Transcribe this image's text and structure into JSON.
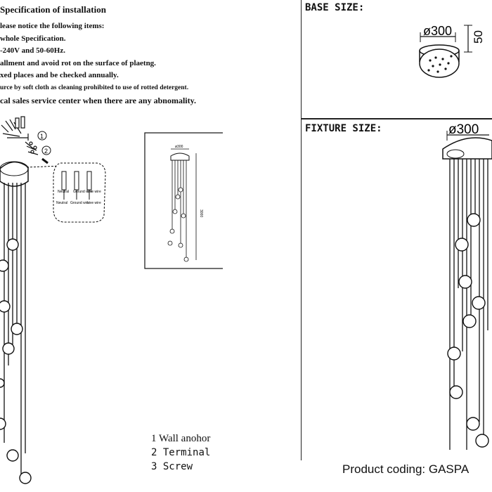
{
  "specification": {
    "title": "Specification of installation",
    "lines": [
      "lease notice the following items:",
      "whole Specification.",
      "-240V and 50-60Hz.",
      "allment and avoid rot on the surface of plaetng.",
      "xed places and be checked annually.",
      "urce by soft cloth as cleaning prohibited to use of rotted detergent.",
      "cal sales service center when there are any abnomality."
    ]
  },
  "base_size": {
    "title": "BASE SIZE:",
    "diameter": "ø300",
    "height": "50"
  },
  "fixture_size": {
    "title": "FIXTURE SIZE:",
    "diameter": "ø300"
  },
  "wiring": {
    "callout_1": "1",
    "callout_2": "2",
    "labels": [
      "Neutral",
      "Ground wire",
      "Live wire"
    ]
  },
  "thumbnail": {
    "diameter": "ø300",
    "height": "3000"
  },
  "legend": [
    {
      "num": "1",
      "text": "Wall anohor"
    },
    {
      "num": "2",
      "text": "Terminal"
    },
    {
      "num": "3",
      "text": "Screw"
    }
  ],
  "product_coding": "Product coding: GASPA"
}
